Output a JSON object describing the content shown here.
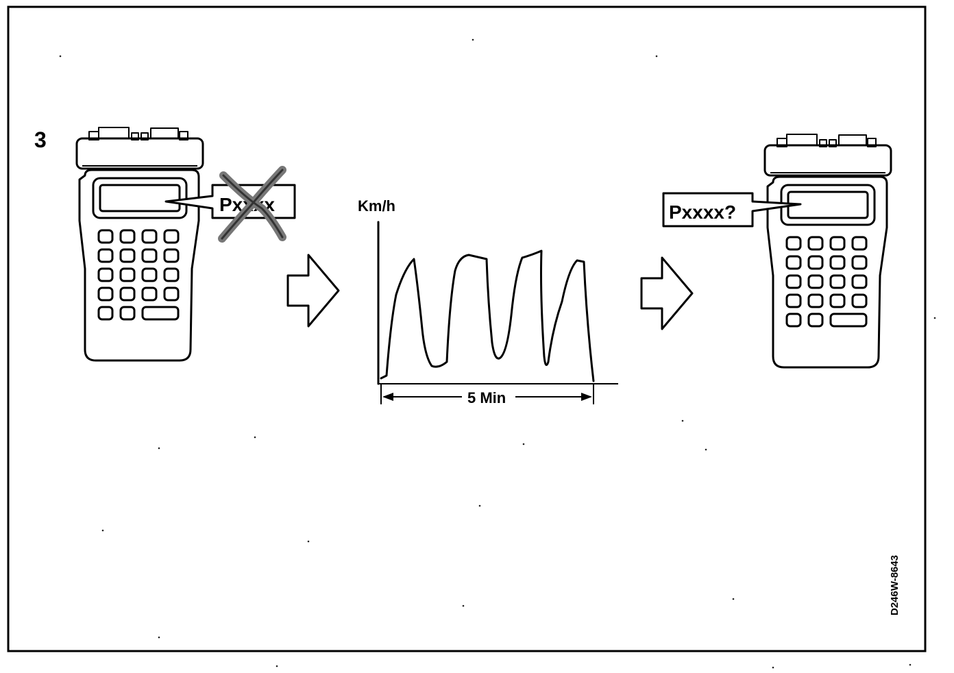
{
  "step_number": "3",
  "left_tester": {
    "display_code": "Pxxxx",
    "crossed_out": true,
    "icon": "hand-held-tester-icon"
  },
  "drive_graph": {
    "y_label": "Km/h",
    "duration_label": "5 Min"
  },
  "right_tester": {
    "display_code": "Pxxxx?",
    "icon": "hand-held-tester-icon"
  },
  "arrows": [
    "right-arrow-icon",
    "right-arrow-icon"
  ],
  "figure_code": "D246W-8643"
}
